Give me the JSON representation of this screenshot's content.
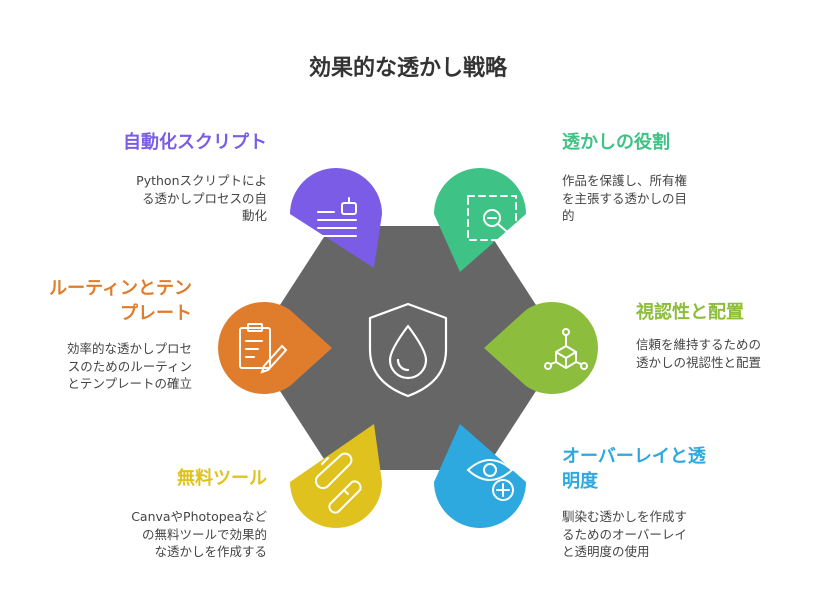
{
  "title": "効果的な透かし戦略",
  "colors": {
    "center": "#666666",
    "automation": "#7a5ce6",
    "watermark_role": "#3fc285",
    "visibility": "#8dbd3c",
    "routine": "#e07d2d",
    "overlay": "#2ea9df",
    "free_tools": "#e0c21f"
  },
  "center_icon": "water-drop-shield-icon",
  "items": {
    "automation": {
      "heading": "自動化スクリプト",
      "desc": [
        "Pythonスクリプトによ",
        "る透かしプロセスの自",
        "動化"
      ],
      "icon": "robot-document-icon"
    },
    "watermark_role": {
      "heading": "透かしの役割",
      "desc": [
        "作品を保護し、所有権",
        "を主張する透かしの目",
        "的"
      ],
      "icon": "zoom-out-frame-icon"
    },
    "routine": {
      "heading": [
        "ルーティンとテン",
        "プレート"
      ],
      "desc": [
        "効率的な透かしプロセ",
        "スのためのルーティン",
        "とテンプレートの確立"
      ],
      "icon": "clipboard-pencil-icon"
    },
    "visibility": {
      "heading": "視認性と配置",
      "desc": [
        "信頼を維持するための",
        "透かしの視認性と配置"
      ],
      "icon": "cube-network-icon"
    },
    "free_tools": {
      "heading": "無料ツール",
      "desc": [
        "CanvaやPhotopeaなど",
        "の無料ツールで効果的",
        "な透かしを作成する"
      ],
      "icon": "wrench-tools-icon"
    },
    "overlay": {
      "heading": [
        "オーバーレイと透",
        "明度"
      ],
      "desc": [
        "馴染む透かしを作成す",
        "るためのオーバーレイ",
        "と透明度の使用"
      ],
      "icon": "eye-plus-icon"
    }
  }
}
